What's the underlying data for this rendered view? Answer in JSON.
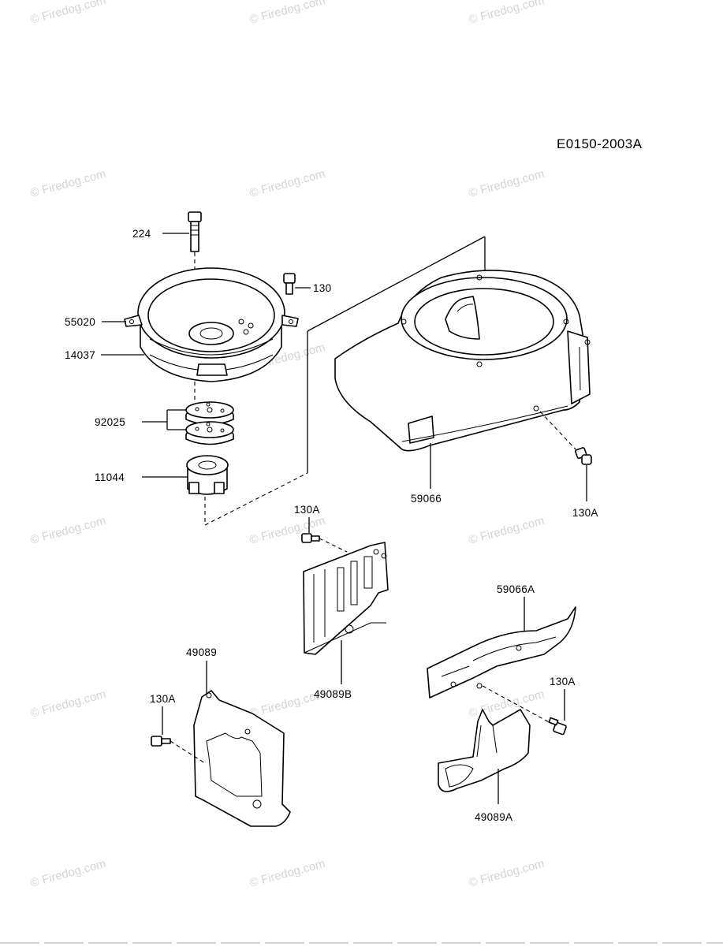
{
  "diagram": {
    "code": "E0150-2003A",
    "watermark": "© Firedog.com",
    "callouts": {
      "p224": "224",
      "p130": "130",
      "p55020": "55020",
      "p14037": "14037",
      "p92025": "92025",
      "p11044": "11044",
      "p59066": "59066",
      "p130A_right": "130A",
      "p130A_mid": "130A",
      "p49089B": "49089B",
      "p59066A": "59066A",
      "p130A_lowright": "130A",
      "p49089": "49089",
      "p130A_left": "130A",
      "p49089A": "49089A"
    }
  }
}
